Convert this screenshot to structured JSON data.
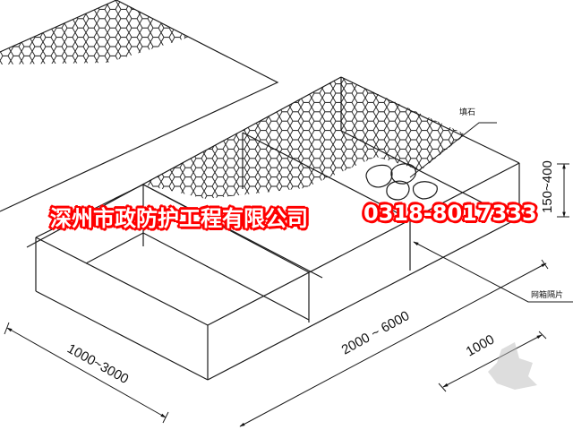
{
  "diagram": {
    "title": "Gabion box isometric drawing",
    "watermark": {
      "company": "深州市政防护工程有限公司",
      "phone": "0318-8017333",
      "text_color": "#ffffff",
      "outline_color": "#ff0000"
    },
    "labels": {
      "fill_stone": "填石",
      "diaphragm": "网箱隔片"
    },
    "dimensions": {
      "height": "150~400",
      "width": "1000~3000",
      "length": "2000 ~ 6000",
      "cell_spacing": "1000"
    },
    "colors": {
      "line": "#1a1a1a",
      "background": "#ffffff"
    }
  }
}
